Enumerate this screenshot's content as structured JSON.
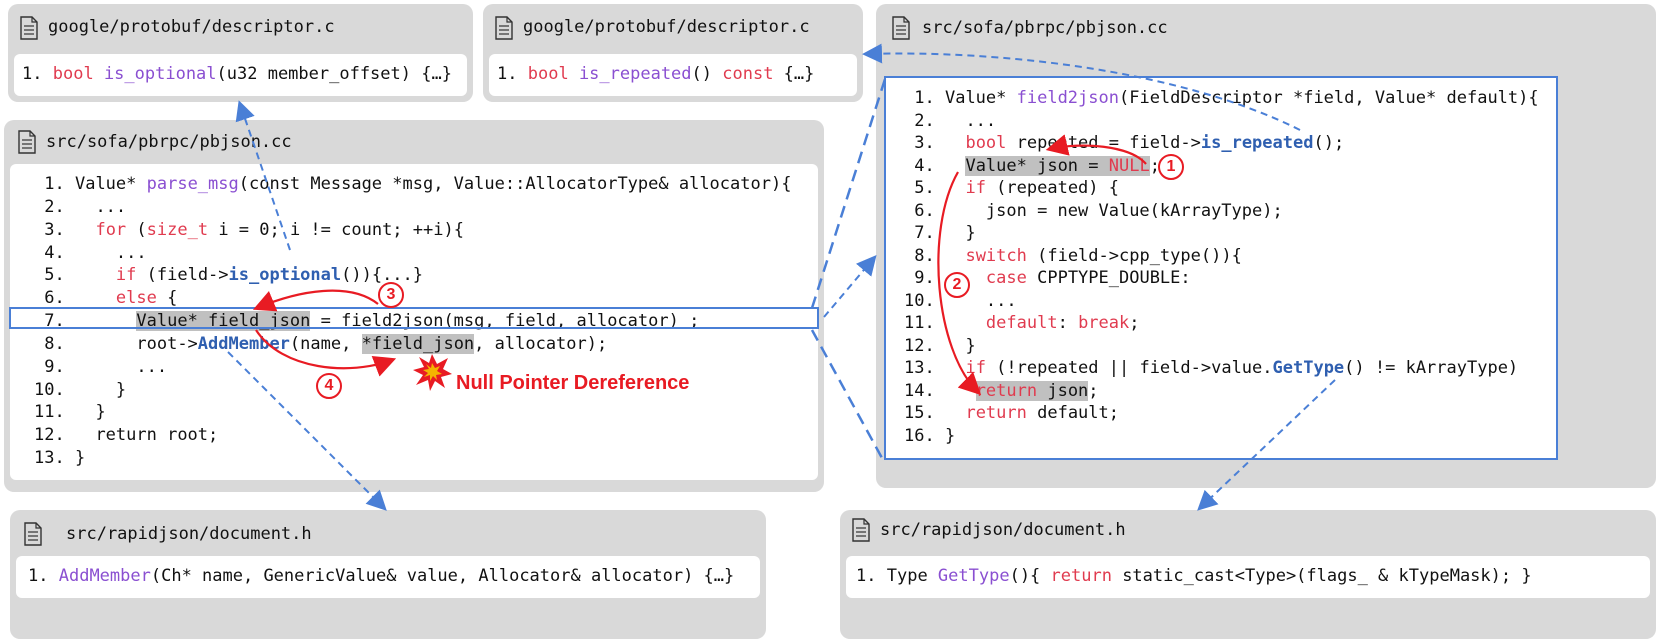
{
  "panels": {
    "p1": {
      "title": "google/protobuf/descriptor.c",
      "line": {
        "num": "1.",
        "t1": "bool",
        "t2": " ",
        "t3": "is_optional",
        "t4": "(u32 member_offset) {…}"
      }
    },
    "p2": {
      "title": "google/protobuf/descriptor.c",
      "line": {
        "num": "1.",
        "t1": "bool",
        "t2": " ",
        "t3": "is_repeated",
        "t4": "() ",
        "t5": "const",
        "t6": " {…}"
      }
    },
    "p3": {
      "title": "src/sofa/pbrpc/pbjson.cc",
      "lines": [
        {
          "num": " 1.",
          "segs": [
            "Value* ",
            "parse_msg",
            "(const Message *msg, Value::AllocatorType& allocator){"
          ]
        },
        {
          "num": " 2.",
          "segs": [
            "  ..."
          ]
        },
        {
          "num": " 3.",
          "segs": [
            "  ",
            "for",
            " (",
            "size_t",
            " i = 0; i != count; ++i){"
          ]
        },
        {
          "num": " 4.",
          "segs": [
            "    ..."
          ]
        },
        {
          "num": " 5.",
          "segs": [
            "    ",
            "if",
            " (field->",
            "is_optional",
            "()){...}"
          ]
        },
        {
          "num": " 6.",
          "segs": [
            "    ",
            "else",
            " {"
          ]
        },
        {
          "num": " 7.",
          "segs": [
            "      ",
            "Value* field_json",
            " = field2json(msg, field, allocator) ;"
          ]
        },
        {
          "num": " 8.",
          "segs": [
            "      root->",
            "AddMember",
            "(name, ",
            "*field_json",
            ", allocator);"
          ]
        },
        {
          "num": " 9.",
          "segs": [
            "      ..."
          ]
        },
        {
          "num": "10.",
          "segs": [
            "    }"
          ]
        },
        {
          "num": "11.",
          "segs": [
            "  }"
          ]
        },
        {
          "num": "12.",
          "segs": [
            "  return root;"
          ]
        },
        {
          "num": "13.",
          "segs": [
            "}"
          ]
        }
      ]
    },
    "p4": {
      "title": "src/sofa/pbrpc/pbjson.cc",
      "lines": [
        {
          "num": " 1.",
          "segs": [
            "Value* ",
            "field2json",
            "(FieldDescriptor *field, Value* default){"
          ]
        },
        {
          "num": " 2.",
          "segs": [
            "  ..."
          ]
        },
        {
          "num": " 3.",
          "segs": [
            "  ",
            "bool",
            " repeated = field->",
            "is_repeated",
            "();"
          ]
        },
        {
          "num": " 4.",
          "segs": [
            "  ",
            "Value* json = ",
            "NULL",
            ";"
          ]
        },
        {
          "num": " 5.",
          "segs": [
            "  ",
            "if",
            " (repeated) {"
          ]
        },
        {
          "num": " 6.",
          "segs": [
            "    json = new Value(kArrayType);"
          ]
        },
        {
          "num": " 7.",
          "segs": [
            "  }"
          ]
        },
        {
          "num": " 8.",
          "segs": [
            "  ",
            "switch",
            " (field->cpp_type()){"
          ]
        },
        {
          "num": " 9.",
          "segs": [
            "    ",
            "case",
            " CPPTYPE_DOUBLE:"
          ]
        },
        {
          "num": "10.",
          "segs": [
            "    ..."
          ]
        },
        {
          "num": "11.",
          "segs": [
            "    ",
            "default",
            ": ",
            "break",
            ";"
          ]
        },
        {
          "num": "12.",
          "segs": [
            "  }"
          ]
        },
        {
          "num": "13.",
          "segs": [
            "  ",
            "if",
            " (!repeated || field->value.",
            "GetType",
            "() != kArrayType)"
          ]
        },
        {
          "num": "14.",
          "segs": [
            "   ",
            "return",
            " json",
            ";"
          ]
        },
        {
          "num": "15.",
          "segs": [
            "  ",
            "return",
            " default;"
          ]
        },
        {
          "num": "16.",
          "segs": [
            "}"
          ]
        }
      ]
    },
    "p5": {
      "title": "src/rapidjson/document.h",
      "line": {
        "num": "1.",
        "t1": "AddMember",
        "t2": "(Ch* name, GenericValue& value, Allocator& allocator) {…}"
      }
    },
    "p6": {
      "title": "src/rapidjson/document.h",
      "line": {
        "num": "1.",
        "t1": "Type ",
        "t2": "GetType",
        "t3": "(){ ",
        "t4": "return",
        "t5": " static_cast<Type>(flags_ & kTypeMask); }"
      }
    }
  },
  "annotations": {
    "bug_label": "Null Pointer Dereference",
    "steps": [
      "1",
      "2",
      "3",
      "4"
    ]
  },
  "colors": {
    "keyword": "#e03b4f",
    "function": "#8a4fd1",
    "call": "#2f5fb0",
    "highlight": "#c0c0c0",
    "panel": "#d9d9d9",
    "arrow_red": "#e81b23",
    "arrow_blue": "#4a7fd6"
  }
}
